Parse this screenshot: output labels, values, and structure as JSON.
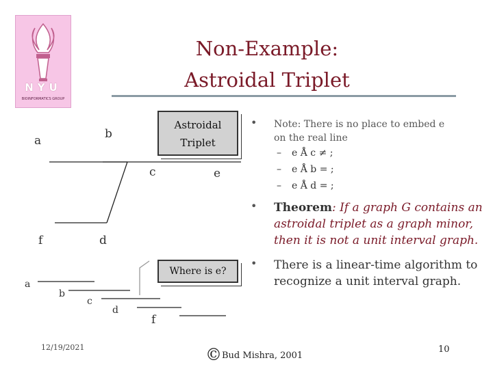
{
  "title": {
    "line1": "Non-Example:",
    "line2": "Astroidal Triplet"
  },
  "logo_text": {
    "top": "NYU",
    "bottom": "BIOINFORMATICS GROUP"
  },
  "box_triplet": {
    "line1": "Astroidal",
    "line2": "Triplet"
  },
  "box_where": "Where is e?",
  "graph_labels": {
    "a": "a",
    "b": "b",
    "c": "c",
    "e": "e",
    "f": "f",
    "d": "d"
  },
  "path_labels": {
    "a": "a",
    "b": "b",
    "c": "c",
    "d": "d",
    "f": "f"
  },
  "note": {
    "text": "Note: There is no place to embed e on the real line",
    "items": [
      "e Å c ≠ ;",
      "e Å b = ;",
      "e Å d = ;"
    ]
  },
  "theorem": {
    "label": "Theorem",
    "pre": ": If a graph G contains an",
    "emph1": "astroidal triplet",
    "mid": " as a ",
    "emph2": "graph minor,",
    "line3": "then it is not a unit interval graph."
  },
  "algorithm": {
    "line1": "There is a linear-time algorithm to",
    "line2": "recognize a unit interval graph."
  },
  "footer": {
    "date": "12/19/2021",
    "copyright_symbol": "©",
    "author": "Bud Mishra, 2001",
    "page": "10"
  }
}
